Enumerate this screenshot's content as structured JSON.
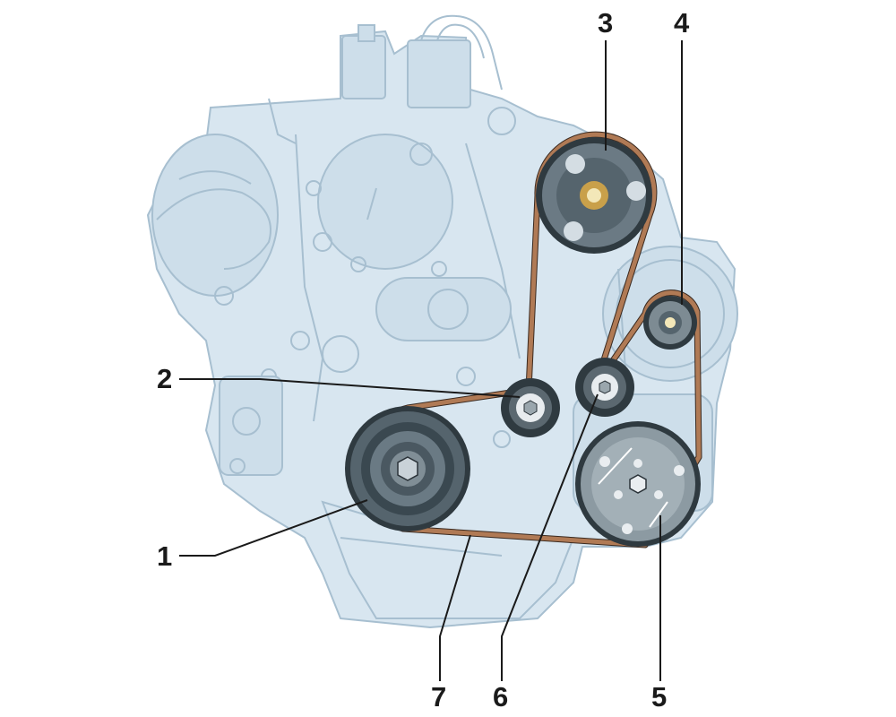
{
  "diagram": {
    "colors": {
      "engine_fill": "#d8e6f0",
      "engine_stroke": "#a7bfd0",
      "belt": "#b07a55",
      "pulley_dark": "#3d4a52",
      "pulley_mid": "#6b7a84",
      "leader_line": "#1a1a1a"
    },
    "callouts": {
      "c1": "1",
      "c2": "2",
      "c3": "3",
      "c4": "4",
      "c5": "5",
      "c6": "6",
      "c7": "7"
    }
  }
}
